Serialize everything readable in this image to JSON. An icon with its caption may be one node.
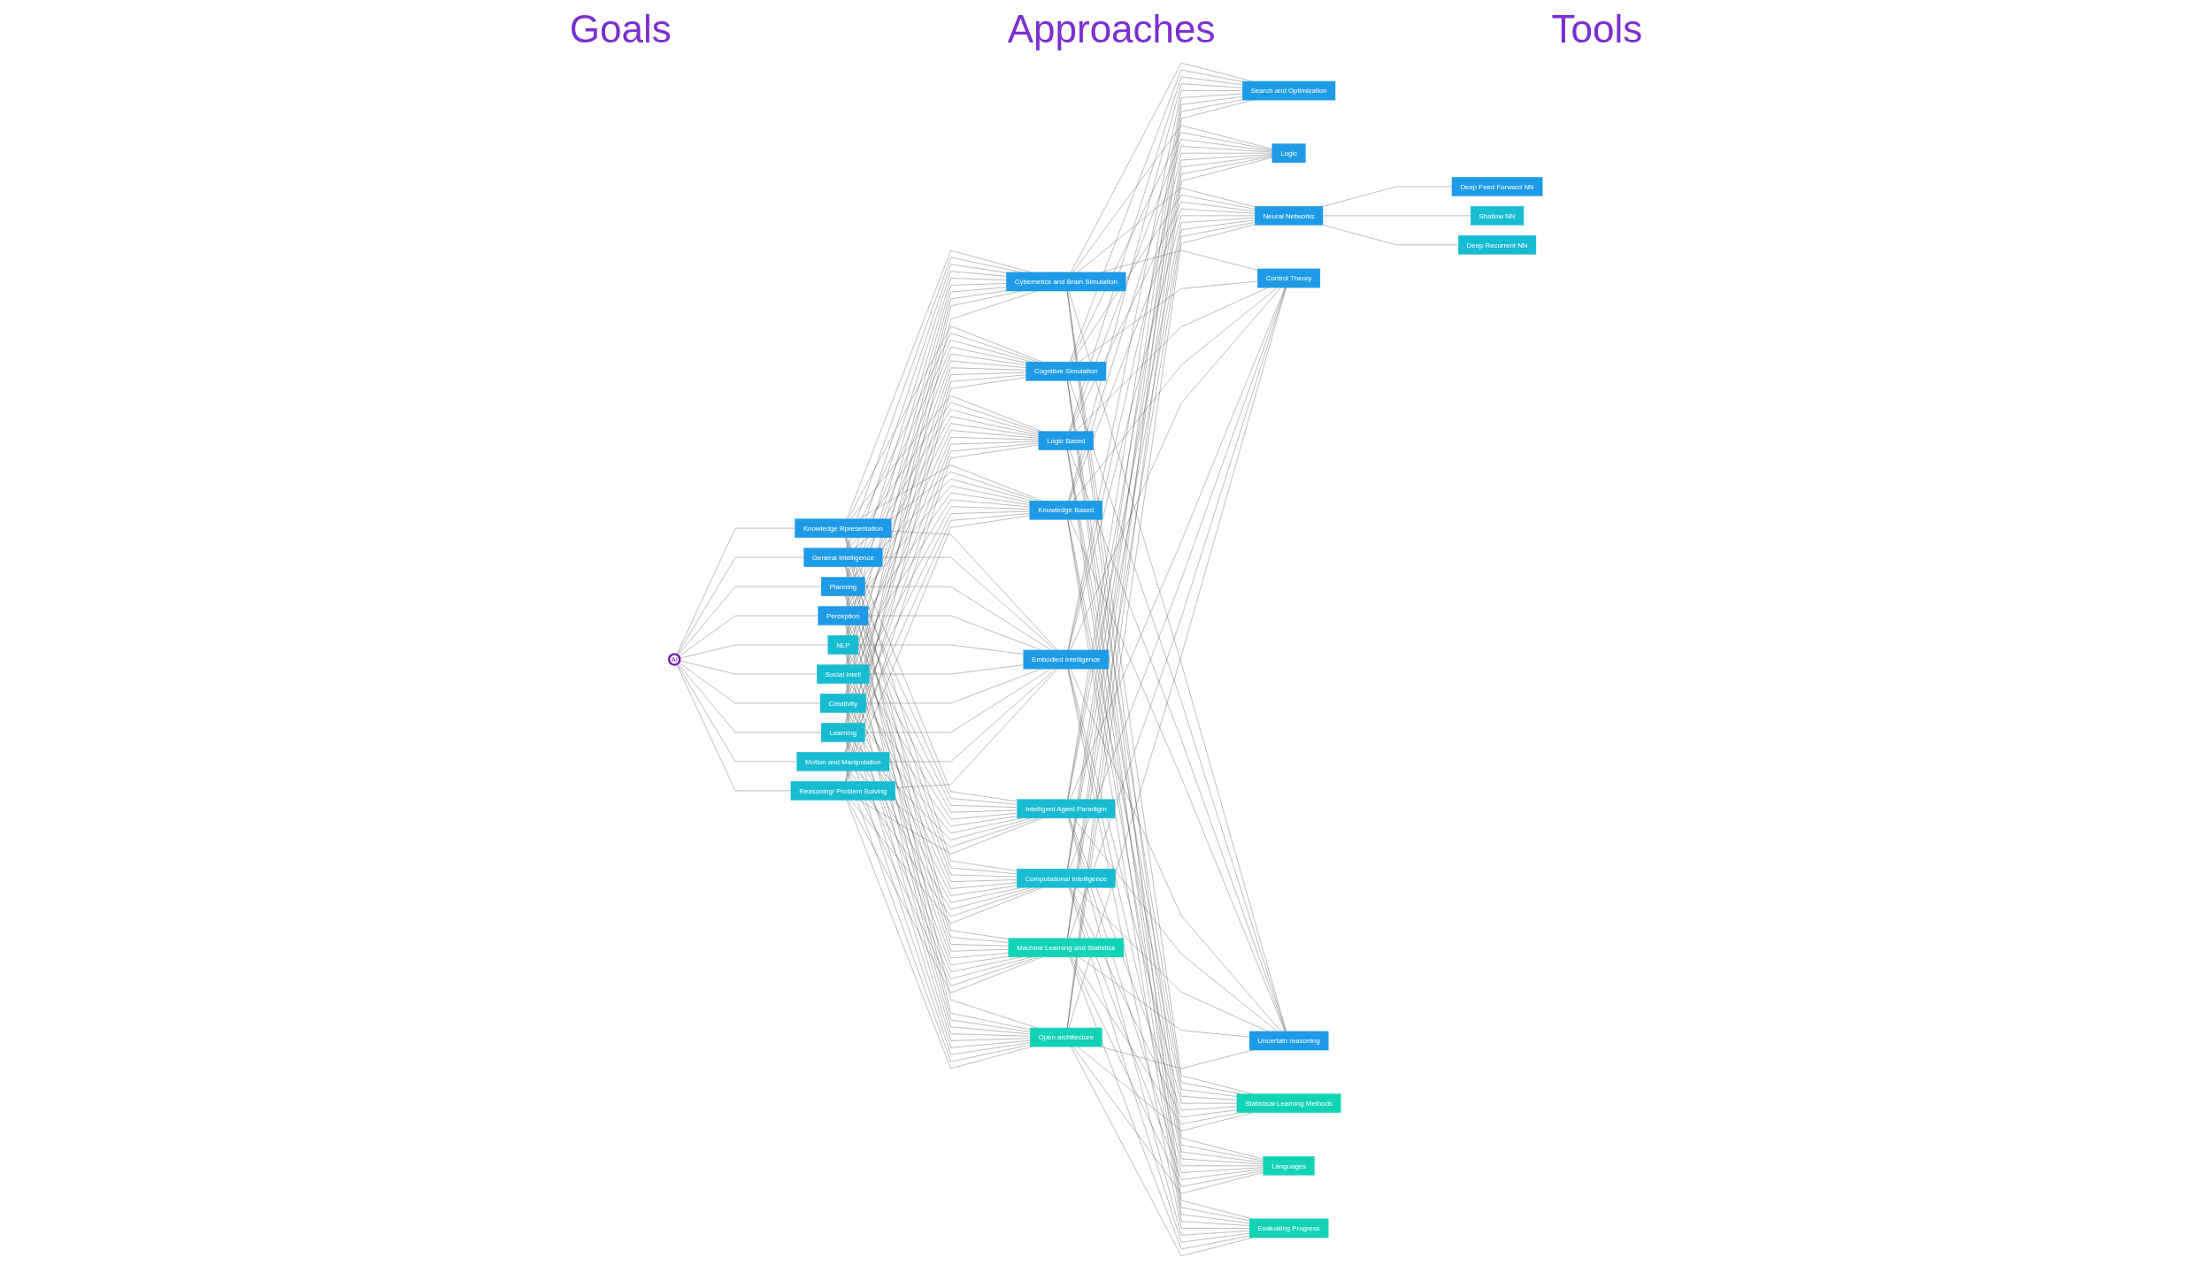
{
  "diagram": {
    "nodes": [
      {
        "text": [
          "AI"
        ]
      },
      {
        "text": [
          "Knowledge Rpresentation"
        ]
      },
      {
        "text": [
          "General Intelligence"
        ]
      },
      {
        "text": [
          "Planning"
        ]
      },
      {
        "text": [
          "Perception"
        ]
      },
      {
        "text": [
          "NLP"
        ]
      },
      {
        "text": [
          "Social Intell"
        ]
      },
      {
        "text": [
          "Creativity"
        ]
      },
      {
        "text": [
          "Learning"
        ]
      },
      {
        "text": [
          "Motion and Manipulation"
        ]
      },
      {
        "text": [
          "Reasoning/ Problem Solving"
        ]
      },
      {
        "text": [
          "Cybernetics and Brain Simulation"
        ]
      },
      {
        "text": [
          "Cognitive Simulation"
        ]
      },
      {
        "text": [
          "Logic Based"
        ]
      },
      {
        "text": [
          "Knowledge Based"
        ]
      },
      {
        "text": [
          "Embodied Intelligence"
        ]
      },
      {
        "text": [
          "Intelligent Agent Paradigm"
        ]
      },
      {
        "text": [
          "Computational Intelligence"
        ]
      },
      {
        "text": [
          "Machine Learning and Statistics"
        ]
      },
      {
        "text": [
          "Open architecture"
        ]
      },
      {
        "text": [
          "Search and Optimization"
        ]
      },
      {
        "text": [
          "Logic"
        ]
      },
      {
        "text": [
          "Neural Networks"
        ]
      },
      {
        "text": [
          "Control Theory"
        ]
      },
      {
        "text": [
          "Uncertain reasoning"
        ]
      },
      {
        "text": [
          "Statistical Learning Methods"
        ]
      },
      {
        "text": [
          "Languages"
        ]
      },
      {
        "text": [
          "Evaluating Progress"
        ]
      },
      {
        "text": [
          "Deep Feed Forward NN"
        ]
      },
      {
        "text": [
          "Shallow NN"
        ]
      },
      {
        "text": [
          "Deep Recurrent NN"
        ]
      }
    ],
    "edges": [
      {
        "from": 0,
        "to": 1,
        "arrow": "none"
      },
      {
        "from": 0,
        "to": 2,
        "arrow": "none"
      },
      {
        "from": 0,
        "to": 3,
        "arrow": "none"
      },
      {
        "from": 0,
        "to": 4,
        "arrow": "none"
      },
      {
        "from": 0,
        "to": 5,
        "arrow": "none"
      },
      {
        "from": 0,
        "to": 6,
        "arrow": "none"
      },
      {
        "from": 0,
        "to": 7,
        "arrow": "none"
      },
      {
        "from": 0,
        "to": 8,
        "arrow": "none"
      },
      {
        "from": 0,
        "to": 9,
        "arrow": "none"
      },
      {
        "from": 0,
        "to": 10,
        "arrow": "none"
      },
      {
        "from": 1,
        "to": 11,
        "arrow": "none"
      },
      {
        "from": 1,
        "to": 12,
        "arrow": "none"
      },
      {
        "from": 1,
        "to": 13,
        "arrow": "none"
      },
      {
        "from": 1,
        "to": 14,
        "arrow": "none"
      },
      {
        "from": 1,
        "to": 15,
        "arrow": "none"
      },
      {
        "from": 1,
        "to": 16,
        "arrow": "none"
      },
      {
        "from": 1,
        "to": 17,
        "arrow": "none"
      },
      {
        "from": 1,
        "to": 18,
        "arrow": "none"
      },
      {
        "from": 1,
        "to": 19,
        "arrow": "none"
      },
      {
        "from": 2,
        "to": 11,
        "arrow": "none"
      },
      {
        "from": 2,
        "to": 12,
        "arrow": "none"
      },
      {
        "from": 2,
        "to": 13,
        "arrow": "none"
      },
      {
        "from": 2,
        "to": 14,
        "arrow": "none"
      },
      {
        "from": 2,
        "to": 15,
        "arrow": "none"
      },
      {
        "from": 2,
        "to": 16,
        "arrow": "none"
      },
      {
        "from": 2,
        "to": 17,
        "arrow": "none"
      },
      {
        "from": 2,
        "to": 18,
        "arrow": "none"
      },
      {
        "from": 2,
        "to": 19,
        "arrow": "none"
      },
      {
        "from": 3,
        "to": 11,
        "arrow": "none"
      },
      {
        "from": 3,
        "to": 12,
        "arrow": "none"
      },
      {
        "from": 3,
        "to": 13,
        "arrow": "none"
      },
      {
        "from": 3,
        "to": 14,
        "arrow": "none"
      },
      {
        "from": 3,
        "to": 15,
        "arrow": "none"
      },
      {
        "from": 3,
        "to": 16,
        "arrow": "none"
      },
      {
        "from": 3,
        "to": 17,
        "arrow": "none"
      },
      {
        "from": 3,
        "to": 18,
        "arrow": "none"
      },
      {
        "from": 3,
        "to": 19,
        "arrow": "none"
      },
      {
        "from": 4,
        "to": 11,
        "arrow": "none"
      },
      {
        "from": 4,
        "to": 12,
        "arrow": "none"
      },
      {
        "from": 4,
        "to": 13,
        "arrow": "none"
      },
      {
        "from": 4,
        "to": 14,
        "arrow": "none"
      },
      {
        "from": 4,
        "to": 15,
        "arrow": "none"
      },
      {
        "from": 4,
        "to": 16,
        "arrow": "none"
      },
      {
        "from": 4,
        "to": 17,
        "arrow": "none"
      },
      {
        "from": 4,
        "to": 18,
        "arrow": "none"
      },
      {
        "from": 4,
        "to": 19,
        "arrow": "none"
      },
      {
        "from": 5,
        "to": 11,
        "arrow": "none"
      },
      {
        "from": 5,
        "to": 12,
        "arrow": "none"
      },
      {
        "from": 5,
        "to": 13,
        "arrow": "none"
      },
      {
        "from": 5,
        "to": 14,
        "arrow": "none"
      },
      {
        "from": 5,
        "to": 15,
        "arrow": "none"
      },
      {
        "from": 5,
        "to": 16,
        "arrow": "none"
      },
      {
        "from": 5,
        "to": 17,
        "arrow": "none"
      },
      {
        "from": 5,
        "to": 18,
        "arrow": "none"
      },
      {
        "from": 5,
        "to": 19,
        "arrow": "none"
      },
      {
        "from": 6,
        "to": 11,
        "arrow": "none"
      },
      {
        "from": 6,
        "to": 12,
        "arrow": "none"
      },
      {
        "from": 6,
        "to": 13,
        "arrow": "none"
      },
      {
        "from": 6,
        "to": 14,
        "arrow": "none"
      },
      {
        "from": 6,
        "to": 15,
        "arrow": "none"
      },
      {
        "from": 6,
        "to": 16,
        "arrow": "none"
      },
      {
        "from": 6,
        "to": 17,
        "arrow": "none"
      },
      {
        "from": 6,
        "to": 18,
        "arrow": "none"
      },
      {
        "from": 6,
        "to": 19,
        "arrow": "none"
      },
      {
        "from": 7,
        "to": 11,
        "arrow": "none"
      },
      {
        "from": 7,
        "to": 12,
        "arrow": "none"
      },
      {
        "from": 7,
        "to": 13,
        "arrow": "none"
      },
      {
        "from": 7,
        "to": 14,
        "arrow": "none"
      },
      {
        "from": 7,
        "to": 15,
        "arrow": "none"
      },
      {
        "from": 7,
        "to": 16,
        "arrow": "none"
      },
      {
        "from": 7,
        "to": 17,
        "arrow": "none"
      },
      {
        "from": 7,
        "to": 18,
        "arrow": "none"
      },
      {
        "from": 7,
        "to": 19,
        "arrow": "none"
      },
      {
        "from": 8,
        "to": 11,
        "arrow": "none"
      },
      {
        "from": 8,
        "to": 12,
        "arrow": "none"
      },
      {
        "from": 8,
        "to": 13,
        "arrow": "none"
      },
      {
        "from": 8,
        "to": 14,
        "arrow": "none"
      },
      {
        "from": 8,
        "to": 15,
        "arrow": "none"
      },
      {
        "from": 8,
        "to": 16,
        "arrow": "none"
      },
      {
        "from": 8,
        "to": 17,
        "arrow": "none"
      },
      {
        "from": 8,
        "to": 18,
        "arrow": "none"
      },
      {
        "from": 8,
        "to": 19,
        "arrow": "none"
      },
      {
        "from": 9,
        "to": 11,
        "arrow": "none"
      },
      {
        "from": 9,
        "to": 12,
        "arrow": "none"
      },
      {
        "from": 9,
        "to": 13,
        "arrow": "none"
      },
      {
        "from": 9,
        "to": 14,
        "arrow": "none"
      },
      {
        "from": 9,
        "to": 15,
        "arrow": "none"
      },
      {
        "from": 9,
        "to": 16,
        "arrow": "none"
      },
      {
        "from": 9,
        "to": 17,
        "arrow": "none"
      },
      {
        "from": 9,
        "to": 18,
        "arrow": "none"
      },
      {
        "from": 9,
        "to": 19,
        "arrow": "none"
      },
      {
        "from": 10,
        "to": 11,
        "arrow": "none"
      },
      {
        "from": 10,
        "to": 12,
        "arrow": "none"
      },
      {
        "from": 10,
        "to": 13,
        "arrow": "none"
      },
      {
        "from": 10,
        "to": 14,
        "arrow": "none"
      },
      {
        "from": 10,
        "to": 15,
        "arrow": "none"
      },
      {
        "from": 10,
        "to": 16,
        "arrow": "none"
      },
      {
        "from": 10,
        "to": 17,
        "arrow": "none"
      },
      {
        "from": 10,
        "to": 18,
        "arrow": "none"
      },
      {
        "from": 10,
        "to": 19,
        "arrow": "none"
      },
      {
        "from": 11,
        "to": 20,
        "arrow": "none"
      },
      {
        "from": 11,
        "to": 21,
        "arrow": "none"
      },
      {
        "from": 11,
        "to": 22,
        "arrow": "none"
      },
      {
        "from": 11,
        "to": 23,
        "arrow": "none"
      },
      {
        "from": 11,
        "to": 24,
        "arrow": "none"
      },
      {
        "from": 11,
        "to": 25,
        "arrow": "none"
      },
      {
        "from": 11,
        "to": 26,
        "arrow": "none"
      },
      {
        "from": 11,
        "to": 27,
        "arrow": "none"
      },
      {
        "from": 12,
        "to": 20,
        "arrow": "none"
      },
      {
        "from": 12,
        "to": 21,
        "arrow": "none"
      },
      {
        "from": 12,
        "to": 22,
        "arrow": "none"
      },
      {
        "from": 12,
        "to": 23,
        "arrow": "none"
      },
      {
        "from": 12,
        "to": 24,
        "arrow": "none"
      },
      {
        "from": 12,
        "to": 25,
        "arrow": "none"
      },
      {
        "from": 12,
        "to": 26,
        "arrow": "none"
      },
      {
        "from": 12,
        "to": 27,
        "arrow": "none"
      },
      {
        "from": 13,
        "to": 20,
        "arrow": "none"
      },
      {
        "from": 13,
        "to": 21,
        "arrow": "none"
      },
      {
        "from": 13,
        "to": 22,
        "arrow": "none"
      },
      {
        "from": 13,
        "to": 23,
        "arrow": "none"
      },
      {
        "from": 13,
        "to": 24,
        "arrow": "none"
      },
      {
        "from": 13,
        "to": 25,
        "arrow": "none"
      },
      {
        "from": 13,
        "to": 26,
        "arrow": "none"
      },
      {
        "from": 13,
        "to": 27,
        "arrow": "none"
      },
      {
        "from": 14,
        "to": 20,
        "arrow": "none"
      },
      {
        "from": 14,
        "to": 21,
        "arrow": "none"
      },
      {
        "from": 14,
        "to": 22,
        "arrow": "none"
      },
      {
        "from": 14,
        "to": 23,
        "arrow": "none"
      },
      {
        "from": 14,
        "to": 24,
        "arrow": "none"
      },
      {
        "from": 14,
        "to": 25,
        "arrow": "none"
      },
      {
        "from": 14,
        "to": 26,
        "arrow": "none"
      },
      {
        "from": 14,
        "to": 27,
        "arrow": "none"
      },
      {
        "from": 15,
        "to": 20,
        "arrow": "none"
      },
      {
        "from": 15,
        "to": 21,
        "arrow": "none"
      },
      {
        "from": 15,
        "to": 22,
        "arrow": "none"
      },
      {
        "from": 15,
        "to": 23,
        "arrow": "none"
      },
      {
        "from": 15,
        "to": 24,
        "arrow": "none"
      },
      {
        "from": 15,
        "to": 25,
        "arrow": "none"
      },
      {
        "from": 15,
        "to": 26,
        "arrow": "none"
      },
      {
        "from": 15,
        "to": 27,
        "arrow": "none"
      },
      {
        "from": 16,
        "to": 20,
        "arrow": "none"
      },
      {
        "from": 16,
        "to": 21,
        "arrow": "none"
      },
      {
        "from": 16,
        "to": 22,
        "arrow": "none"
      },
      {
        "from": 16,
        "to": 23,
        "arrow": "none"
      },
      {
        "from": 16,
        "to": 24,
        "arrow": "none"
      },
      {
        "from": 16,
        "to": 25,
        "arrow": "none"
      },
      {
        "from": 16,
        "to": 26,
        "arrow": "none"
      },
      {
        "from": 16,
        "to": 27,
        "arrow": "none"
      },
      {
        "from": 17,
        "to": 20,
        "arrow": "none"
      },
      {
        "from": 17,
        "to": 21,
        "arrow": "none"
      },
      {
        "from": 17,
        "to": 22,
        "arrow": "none"
      },
      {
        "from": 17,
        "to": 23,
        "arrow": "none"
      },
      {
        "from": 17,
        "to": 24,
        "arrow": "none"
      },
      {
        "from": 17,
        "to": 25,
        "arrow": "none"
      },
      {
        "from": 17,
        "to": 26,
        "arrow": "none"
      },
      {
        "from": 17,
        "to": 27,
        "arrow": "none"
      },
      {
        "from": 18,
        "to": 20,
        "arrow": "none"
      },
      {
        "from": 18,
        "to": 21,
        "arrow": "none"
      },
      {
        "from": 18,
        "to": 22,
        "arrow": "none"
      },
      {
        "from": 18,
        "to": 23,
        "arrow": "none"
      },
      {
        "from": 18,
        "to": 24,
        "arrow": "none"
      },
      {
        "from": 18,
        "to": 25,
        "arrow": "none"
      },
      {
        "from": 18,
        "to": 26,
        "arrow": "none"
      },
      {
        "from": 18,
        "to": 27,
        "arrow": "none"
      },
      {
        "from": 19,
        "to": 20,
        "arrow": "none"
      },
      {
        "from": 19,
        "to": 21,
        "arrow": "none"
      },
      {
        "from": 19,
        "to": 22,
        "arrow": "none"
      },
      {
        "from": 19,
        "to": 23,
        "arrow": "none"
      },
      {
        "from": 19,
        "to": 24,
        "arrow": "none"
      },
      {
        "from": 19,
        "to": 25,
        "arrow": "none"
      },
      {
        "from": 19,
        "to": 26,
        "arrow": "none"
      },
      {
        "from": 19,
        "to": 27,
        "arrow": "none"
      },
      {
        "from": 22,
        "to": 28,
        "arrow": "none"
      },
      {
        "from": 22,
        "to": 29,
        "arrow": "none"
      },
      {
        "from": 22,
        "to": 30,
        "arrow": "none"
      }
    ],
    "labels": [
      "Goals",
      "Approaches",
      "Tools"
    ]
  }
}
